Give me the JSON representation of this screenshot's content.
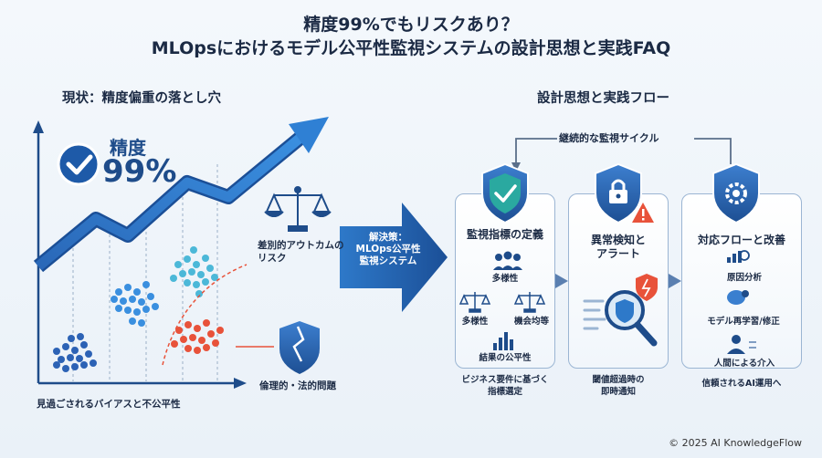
{
  "title": {
    "line1": "精度99%でもリスクあり？",
    "line2": "MLOpsにおけるモデル公平性監視システムの設計思想と実践FAQ"
  },
  "left": {
    "heading": "現状：精度偏重の落とし穴",
    "badge_label": "精度",
    "badge_value": "99%",
    "risk_label": "差別的アウトカムの\nリスク",
    "legal_label": "倫理的・法的問題",
    "bottom_label": "見過ごされるバイアスと不公平性"
  },
  "arrow": {
    "label": "解決策：\nMLOps公平性\n監視システム"
  },
  "right": {
    "heading": "設計思想と実践フロー",
    "cycle_label": "継続的な監視サイクル",
    "panel1": {
      "title": "監視指標の定義",
      "item1": "多様性",
      "item2": "多様性",
      "item3": "機会均等",
      "item4": "結果の公平性",
      "caption": "ビジネス要件に基づく\n指標選定"
    },
    "panel2": {
      "title": "異常検知と\nアラート",
      "caption": "閾値超過時の\n即時通知"
    },
    "panel3": {
      "title": "対応フローと改善",
      "item1": "原因分析",
      "item2": "モデル再学習/修正",
      "item3": "人間による介入",
      "caption": "信頼されるAI運用へ"
    }
  },
  "footer": "© 2025 AI KnowledgeFlow",
  "colors": {
    "primary": "#1e5aa8",
    "accent_red": "#e8523a",
    "teal": "#2aa9a0",
    "panel_border": "#9bb5d3"
  }
}
